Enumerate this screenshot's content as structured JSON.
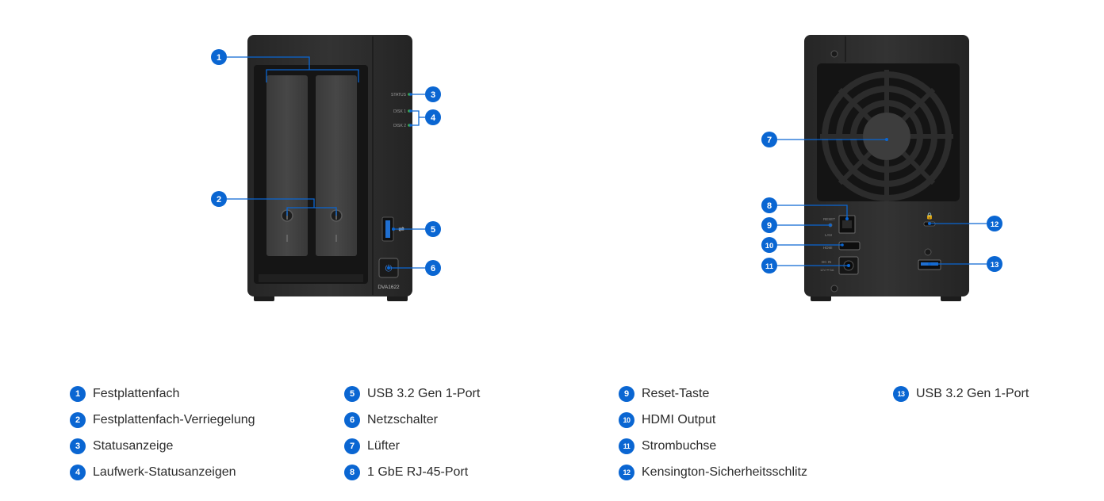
{
  "front_labels": {
    "status": "STATUS",
    "disk1": "DISK 1",
    "disk2": "DISK 2",
    "model": "DVA1622"
  },
  "rear_labels": {
    "reset": "RESET",
    "lan": "LAN",
    "hdmi": "HDMI",
    "dc_in": "DC IN",
    "dc_rating": "12V ⎓ 5A"
  },
  "callouts": {
    "c1": "1",
    "c2": "2",
    "c3": "3",
    "c4": "4",
    "c5": "5",
    "c6": "6",
    "c7": "7",
    "c8": "8",
    "c9": "9",
    "c10": "10",
    "c11": "11",
    "c12": "12",
    "c13": "13"
  },
  "legend": [
    {
      "num": "1",
      "label": "Festplattenfach"
    },
    {
      "num": "2",
      "label": "Festplattenfach-Verriegelung"
    },
    {
      "num": "3",
      "label": "Statusanzeige"
    },
    {
      "num": "4",
      "label": "Laufwerk-Statusanzeigen"
    },
    {
      "num": "5",
      "label": "USB 3.2 Gen 1-Port"
    },
    {
      "num": "6",
      "label": "Netzschalter"
    },
    {
      "num": "7",
      "label": "Lüfter"
    },
    {
      "num": "8",
      "label": "1 GbE RJ-45-Port"
    },
    {
      "num": "9",
      "label": "Reset-Taste"
    },
    {
      "num": "10",
      "label": "HDMI Output"
    },
    {
      "num": "11",
      "label": "Strombuchse"
    },
    {
      "num": "12",
      "label": "Kensington-Sicherheitsschlitz"
    },
    {
      "num": "13",
      "label": "USB 3.2 Gen 1-Port"
    }
  ],
  "colors": {
    "accent": "#0a66d2",
    "body": "#2a2a2a",
    "led": "#3fb34f"
  }
}
